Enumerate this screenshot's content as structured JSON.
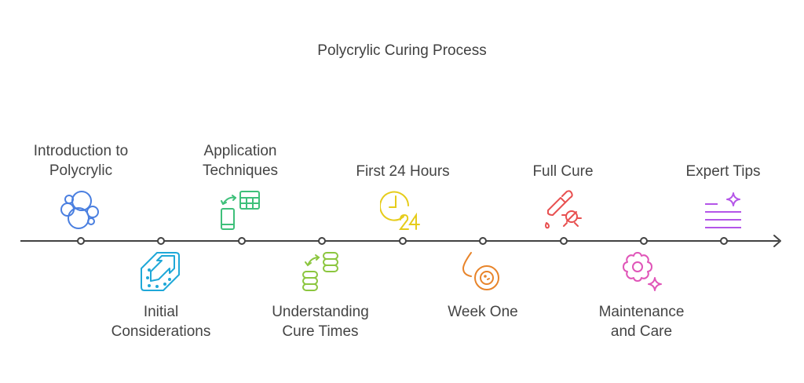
{
  "title": "Polycrylic Curing Process",
  "steps": [
    {
      "label_line1": "Introduction to",
      "label_line2": "Polycrylic",
      "icon": "bubbles-icon",
      "color": "#4a7fe0",
      "position": "above"
    },
    {
      "label_line1": "Initial",
      "label_line2": "Considerations",
      "icon": "sticker-arrow-icon",
      "color": "#1fa8d8",
      "position": "below"
    },
    {
      "label_line1": "Application",
      "label_line2": "Techniques",
      "icon": "device-transfer-icon",
      "color": "#3ec07a",
      "position": "above"
    },
    {
      "label_line1": "Understanding",
      "label_line2": "Cure Times",
      "icon": "database-transfer-icon",
      "color": "#8cc63f",
      "position": "below"
    },
    {
      "label_line1": "First 24 Hours",
      "label_line2": "",
      "icon": "clock-24-icon",
      "color": "#e6cc1a",
      "position": "above"
    },
    {
      "label_line1": "Week One",
      "label_line2": "",
      "icon": "drop-virus-icon",
      "color": "#e8842a",
      "position": "below"
    },
    {
      "label_line1": "Full Cure",
      "label_line2": "",
      "icon": "pipette-bug-icon",
      "color": "#e85050",
      "position": "above"
    },
    {
      "label_line1": "Maintenance",
      "label_line2": "and Care",
      "icon": "gear-sparkle-icon",
      "color": "#e055b8",
      "position": "below"
    },
    {
      "label_line1": "Expert Tips",
      "label_line2": "",
      "icon": "text-sparkle-icon",
      "color": "#b455e8",
      "position": "above"
    }
  ]
}
